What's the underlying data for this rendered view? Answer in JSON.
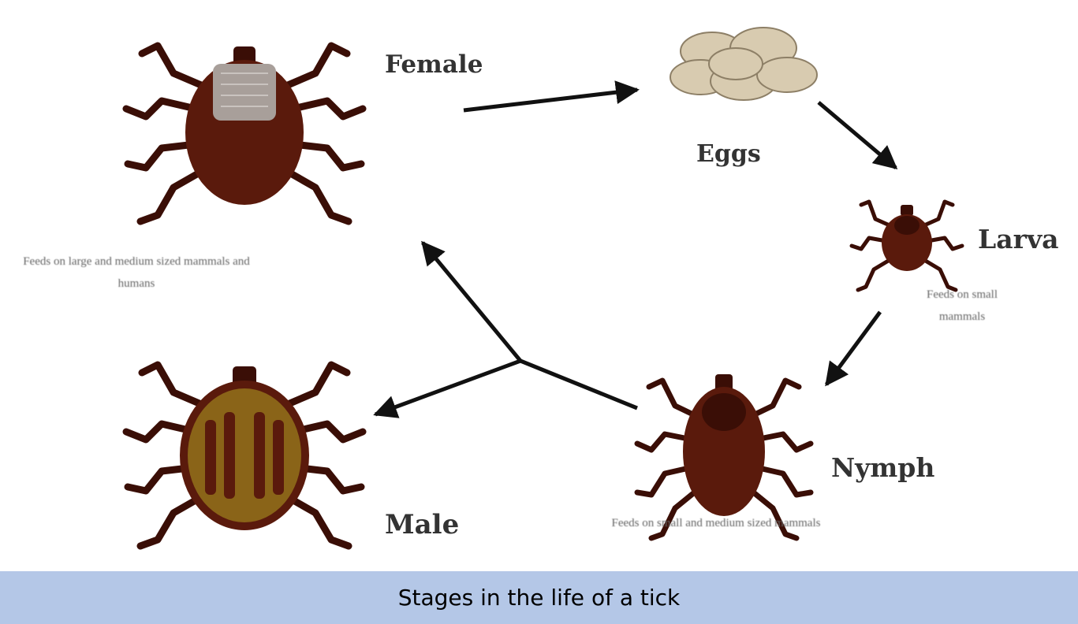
{
  "diagram": {
    "stages": {
      "female": {
        "label": "Female",
        "note": "Feeds on large and medium sized mammals and humans"
      },
      "eggs": {
        "label": "Eggs"
      },
      "larva": {
        "label": "Larva",
        "note": "Feeds on small mammals"
      },
      "nymph": {
        "label": "Nymph",
        "note": "Feeds on small and medium sized mammals"
      },
      "male": {
        "label": "Male"
      }
    },
    "colors": {
      "tick_body": "#5a1a0c",
      "tick_body_dark": "#3a0e06",
      "female_shield": "#a89f9a",
      "male_pattern": "#8a6418",
      "egg": "#d8cbb0",
      "arrow": "#111111"
    }
  },
  "caption": {
    "text": "Stages in the life of a tick",
    "background": "#b4c7e7"
  }
}
